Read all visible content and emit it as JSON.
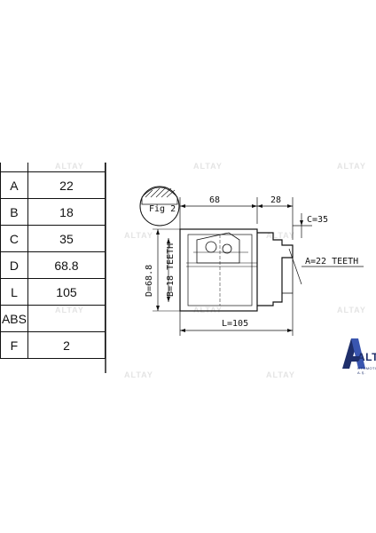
{
  "specs": [
    {
      "key": "A",
      "value": "22"
    },
    {
      "key": "B",
      "value": "18"
    },
    {
      "key": "C",
      "value": "35"
    },
    {
      "key": "D",
      "value": "68.8"
    },
    {
      "key": "L",
      "value": "105"
    },
    {
      "key": "ABS",
      "value": ""
    },
    {
      "key": "F",
      "value": "2"
    }
  ],
  "drawing": {
    "fig_label": "Fig 2",
    "dim_top_left": "68",
    "dim_top_right": "28",
    "dim_c": "C=35",
    "dim_a": "A=22 TEETH",
    "dim_d": "D=68.8",
    "dim_b": "B=18 TEETH",
    "dim_l": "L=105"
  },
  "brand": {
    "name": "ALTAY",
    "subtitle": "OTOMOTIV A.Ş.",
    "color": "#1f2f6b",
    "watermark": "ALTAY"
  }
}
